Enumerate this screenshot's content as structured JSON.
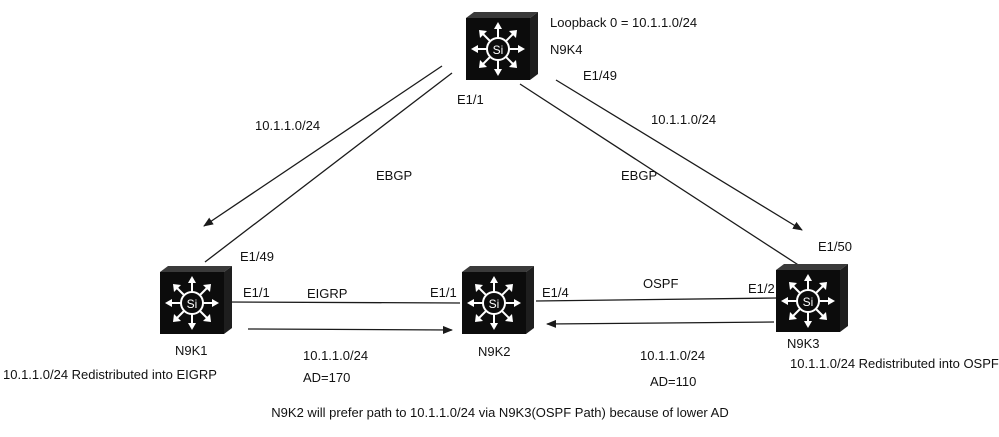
{
  "colors": {
    "switch_dark": "#0c0c0c",
    "switch_top": "#3a3a3a",
    "switch_side": "#1e1e1e",
    "symbol": "#ffffff",
    "line": "#1a1a1a",
    "text": "#111111"
  },
  "switch_symbol_text": "Si",
  "nodes": {
    "n9k4": {
      "name": "N9K4",
      "loopback": "Loopback 0 = 10.1.1.0/24"
    },
    "n9k1": {
      "name": "N9K1",
      "note": "10.1.1.0/24 Redistributed into EIGRP"
    },
    "n9k2": {
      "name": "N9K2"
    },
    "n9k3": {
      "name": "N9K3",
      "note": "10.1.1.0/24 Redistributed into OSPF"
    }
  },
  "interfaces": {
    "n9k4_left": "E1/1",
    "n9k4_right": "E1/49",
    "n9k1_top": "E1/49",
    "n9k1_right": "E1/1",
    "n9k2_left": "E1/1",
    "n9k2_right": "E1/4",
    "n9k3_left": "E1/2",
    "n9k3_top": "E1/50"
  },
  "links": {
    "left_protocol": "EBGP",
    "right_protocol": "EBGP",
    "bottom_left_protocol": "EIGRP",
    "bottom_right_protocol": "OSPF"
  },
  "routes": {
    "left_prefix": "10.1.1.0/24",
    "right_prefix": "10.1.1.0/24",
    "bottom_left_prefix": "10.1.1.0/24",
    "bottom_left_ad": "AD=170",
    "bottom_right_prefix": "10.1.1.0/24",
    "bottom_right_ad": "AD=110"
  },
  "footer": "N9K2 will prefer path to 10.1.1.0/24 via N9K3(OSPF Path) because of lower AD"
}
